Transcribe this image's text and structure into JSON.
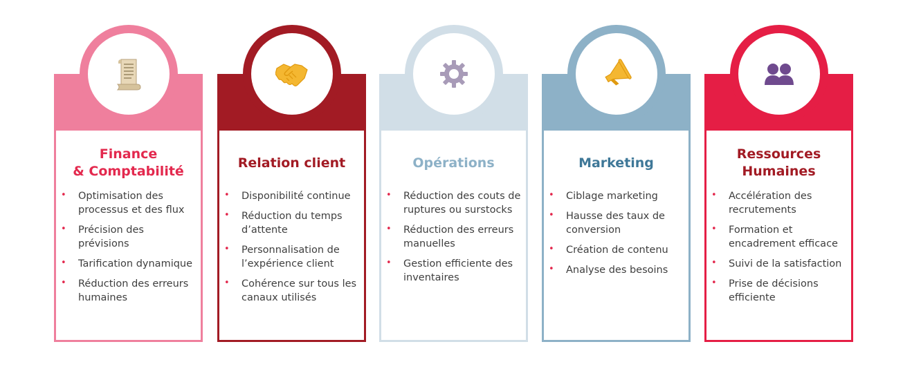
{
  "cards": [
    {
      "title": "Finance\n& Comptabilité",
      "icon": "receipt-scroll-icon",
      "items": [
        "Optimisation des processus et des flux",
        "Précision des prévisions",
        "Tarification dynamique",
        "Réduction des erreurs humaines"
      ]
    },
    {
      "title": "Relation client",
      "icon": "handshake-icon",
      "items": [
        "Disponibilité continue",
        "Réduction du temps d’attente",
        "Personnalisation de l’expérience client",
        "Cohérence sur tous les canaux utilisés"
      ]
    },
    {
      "title": "Opérations",
      "icon": "gear-icon",
      "items": [
        "Réduction des couts de ruptures ou surstocks",
        "Réduction des erreurs manuelles",
        "Gestion efficiente des inventaires"
      ]
    },
    {
      "title": "Marketing",
      "icon": "megaphone-icon",
      "items": [
        "Ciblage marketing",
        "Hausse des taux de conversion",
        "Création de contenu",
        "Analyse des besoins"
      ]
    },
    {
      "title": "Ressources\nHumaines",
      "icon": "people-icon",
      "items": [
        "Accélération des recrutements",
        "Formation et encadrement efficace",
        "Suivi de la satisfaction",
        "Prise de décisions efficiente"
      ]
    }
  ],
  "colors": {
    "finance": "#ef7f9d",
    "relation_client": "#a21b24",
    "operations": "#d1dee7",
    "marketing": "#8db1c7",
    "rh": "#e51e45",
    "bullet": "#e3294e"
  }
}
